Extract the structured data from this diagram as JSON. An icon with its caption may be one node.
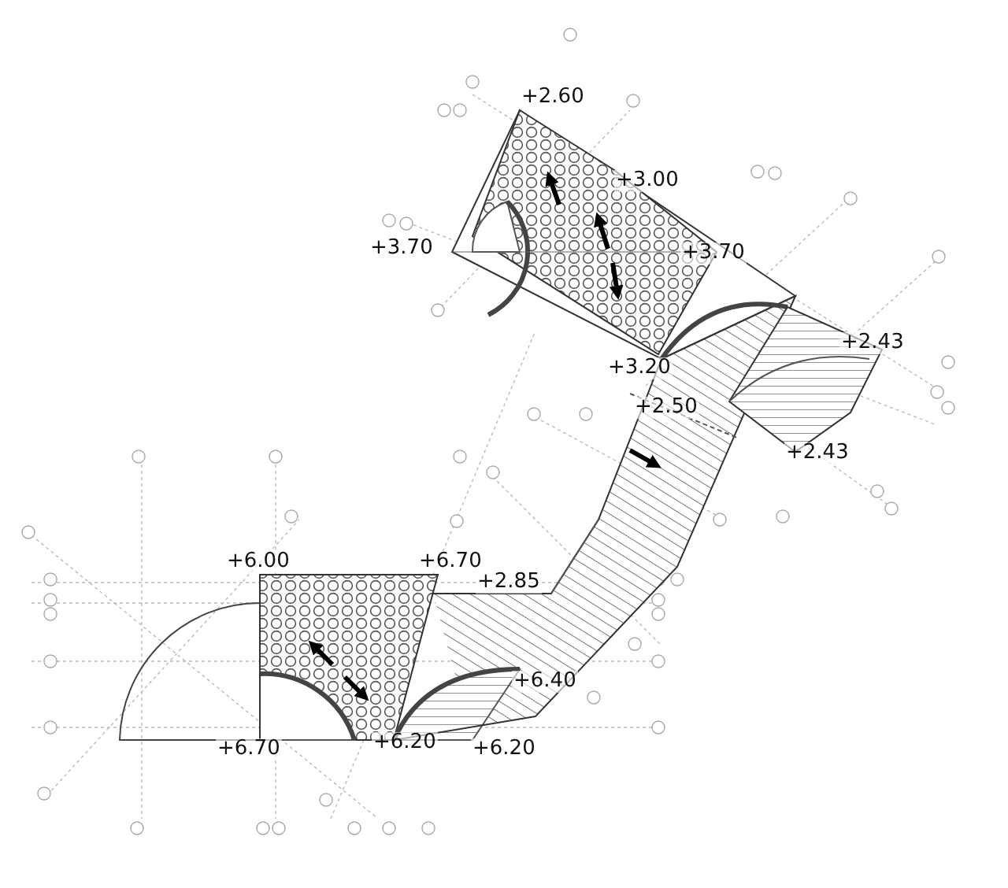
{
  "diagram": {
    "labels": [
      "+2.60",
      "+3.00",
      "+3.70",
      "+3.70",
      "+2.43",
      "+3.20",
      "+2.50",
      "+2.43",
      "+6.00",
      "+6.70",
      "+2.85",
      "+6.40",
      "+6.70",
      "+6.20",
      "+6.20"
    ]
  }
}
